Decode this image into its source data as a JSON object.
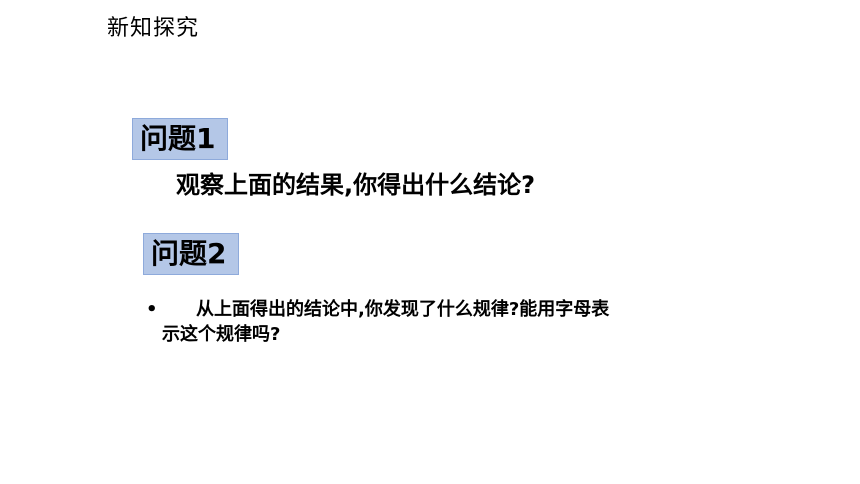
{
  "header": {
    "title": "新知探究"
  },
  "question1": {
    "label": "问题1",
    "text": "观察上面的结果,你得出什么结论?"
  },
  "question2": {
    "label": "问题2",
    "bullet": "•",
    "text_line1": "从上面得出的结论中,你发现了什么规律?能用字母表",
    "text_line2": "示这个规律吗?"
  }
}
